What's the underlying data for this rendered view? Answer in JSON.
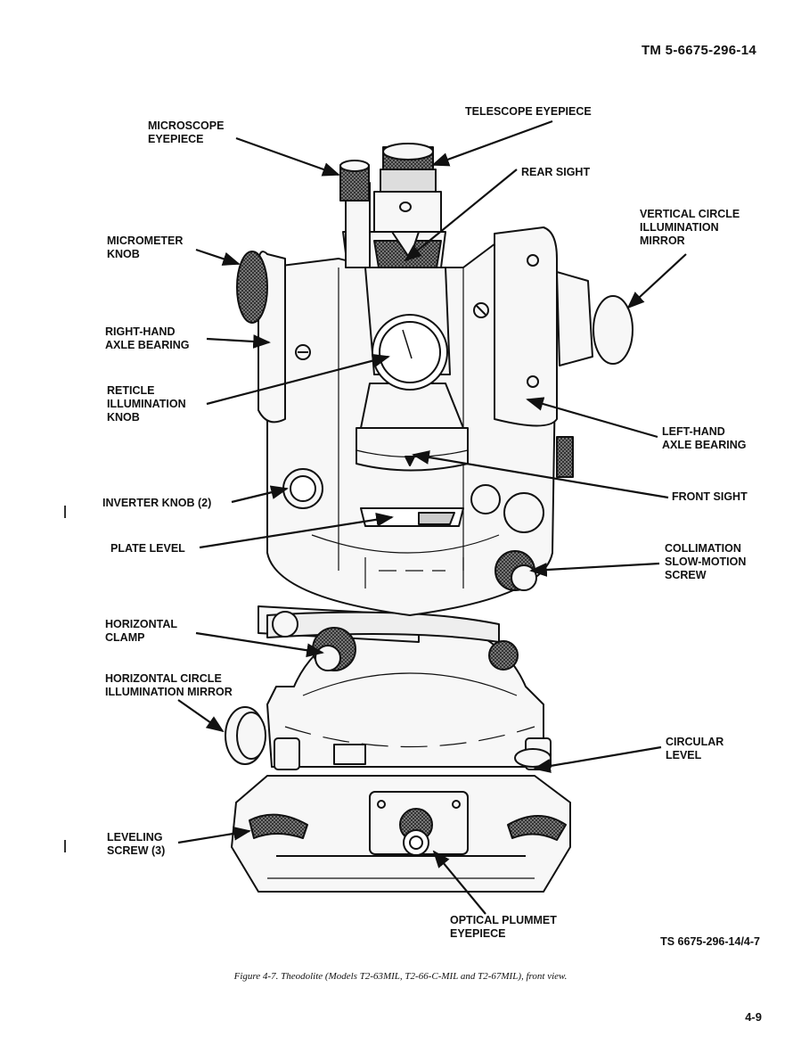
{
  "header": {
    "doc_number": "TM 5-6675-296-14"
  },
  "labels": {
    "microscope_eyepiece": "MICROSCOPE\nEYEPIECE",
    "telescope_eyepiece": "TELESCOPE EYEPIECE",
    "rear_sight": "REAR SIGHT",
    "vertical_circle_mirror": "VERTICAL CIRCLE\nILLUMINATION\nMIRROR",
    "micrometer_knob": "MICROMETER\nKNOB",
    "right_hand_axle_bearing": "RIGHT-HAND\nAXLE BEARING",
    "reticle_illumination_knob": "RETICLE\nILLUMINATION\nKNOB",
    "left_hand_axle_bearing": "LEFT-HAND\nAXLE BEARING",
    "inverter_knob": "INVERTER KNOB (2)",
    "front_sight": "FRONT SIGHT",
    "plate_level": "PLATE LEVEL",
    "collimation_screw": "COLLIMATION\nSLOW-MOTION\nSCREW",
    "horizontal_clamp": "HORIZONTAL\nCLAMP",
    "horizontal_circle_mirror": "HORIZONTAL CIRCLE\nILLUMINATION MIRROR",
    "circular_level": "CIRCULAR\nLEVEL",
    "leveling_screw": "LEVELING\nSCREW (3)",
    "optical_plummet": "OPTICAL PLUMMET\nEYEPIECE"
  },
  "figure_code": "TS 6675-296-14/4-7",
  "caption": "Figure 4-7.  Theodolite (Models T2-63MIL, T2-66-C-MIL and T2-67MIL), front view.",
  "page_number": "4-9"
}
